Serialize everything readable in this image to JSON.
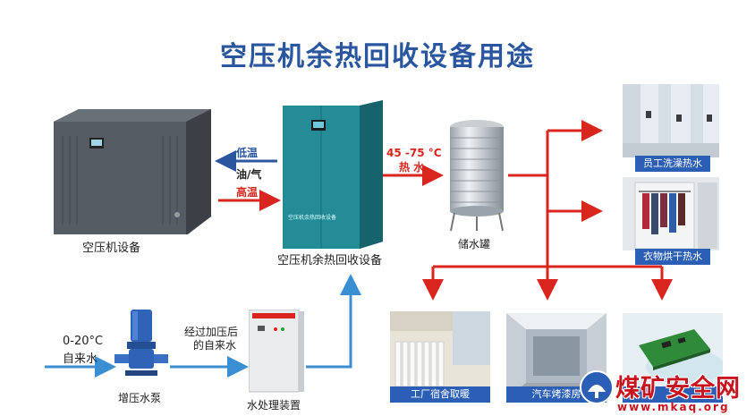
{
  "title": "空压机余热回收设备用途",
  "nodes": {
    "compressor": "空压机设备",
    "recovery": "空压机余热回收设备",
    "recovery_panel_text": "空压机余热回收设备",
    "tank": "储水罐",
    "pump": "增压水泵",
    "treatment": "水处理装置"
  },
  "flows": {
    "low_temp": "低温",
    "oil_gas": "油/气",
    "high_temp": "高温",
    "hot_water_temp": "45 -75 °C",
    "hot_water": "热 水",
    "inlet_temp": "0-20°C",
    "tap_water": "自来水",
    "pressurized_line1": "经过加压后",
    "pressurized_line2": "的自来水"
  },
  "uses": {
    "shower": "员工洗澡热水",
    "clothes": "衣物烘干热水",
    "dorm": "工厂宿舍取暖",
    "paint": "汽车烤漆房",
    "electronic": ""
  },
  "watermark": {
    "name": "煤矿安全网",
    "url": "www.mkaq.org"
  },
  "colors": {
    "title": "#2a56a0",
    "hot_arrow": "#d9251d",
    "cold_arrow": "#3a8fd3",
    "caption": "#2b5fb5",
    "cabinet": "#1f7f8a"
  }
}
